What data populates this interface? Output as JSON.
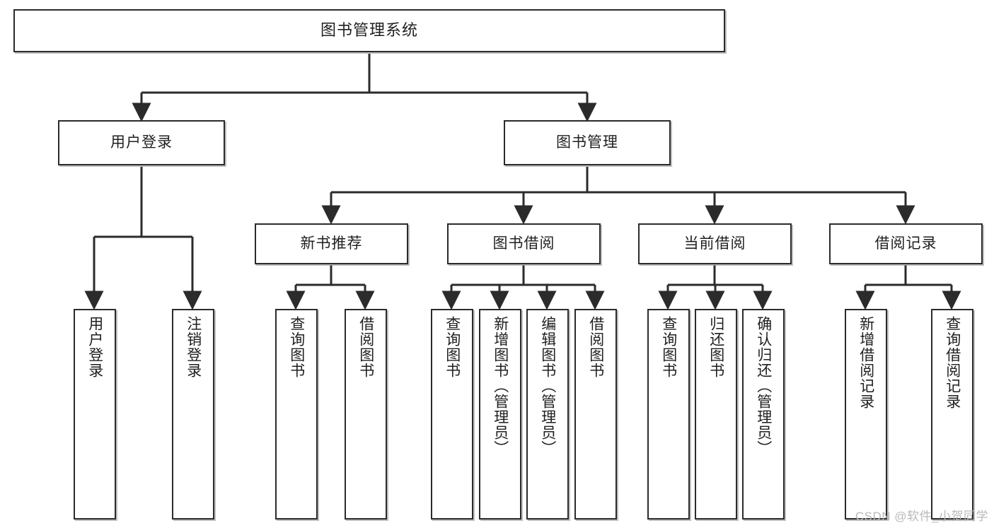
{
  "diagram": {
    "title": "图书管理系统",
    "type": "tree-hierarchy-chart",
    "watermark": "CSDN @软件_小贺同学",
    "colors": {
      "node_border": "#2b2b2b",
      "node_fill": "#ffffff",
      "edge": "#2b2b2b",
      "watermark": "#b9b9b9",
      "page_background": "#ffffff"
    },
    "root": {
      "label": "图书管理系统"
    },
    "level1": [
      {
        "label": "用户登录"
      },
      {
        "label": "图书管理"
      }
    ],
    "level2": [
      {
        "label": "新书推荐"
      },
      {
        "label": "图书借阅"
      },
      {
        "label": "当前借阅"
      },
      {
        "label": "借阅记录"
      }
    ],
    "leaves": {
      "user_login": [
        {
          "label": "用户登录"
        },
        {
          "label": "注销登录"
        }
      ],
      "new_book_recommend": [
        {
          "label": "查询图书"
        },
        {
          "label": "借阅图书"
        }
      ],
      "book_borrow": [
        {
          "label": "查询图书"
        },
        {
          "label": "新增图书（管理员）"
        },
        {
          "label": "编辑图书（管理员）"
        },
        {
          "label": "借阅图书"
        }
      ],
      "current_borrow": [
        {
          "label": "查询图书"
        },
        {
          "label": "归还图书"
        },
        {
          "label": "确认归还（管理员）"
        }
      ],
      "borrow_record": [
        {
          "label": "新增借阅记录"
        },
        {
          "label": "查询借阅记录"
        }
      ]
    }
  }
}
